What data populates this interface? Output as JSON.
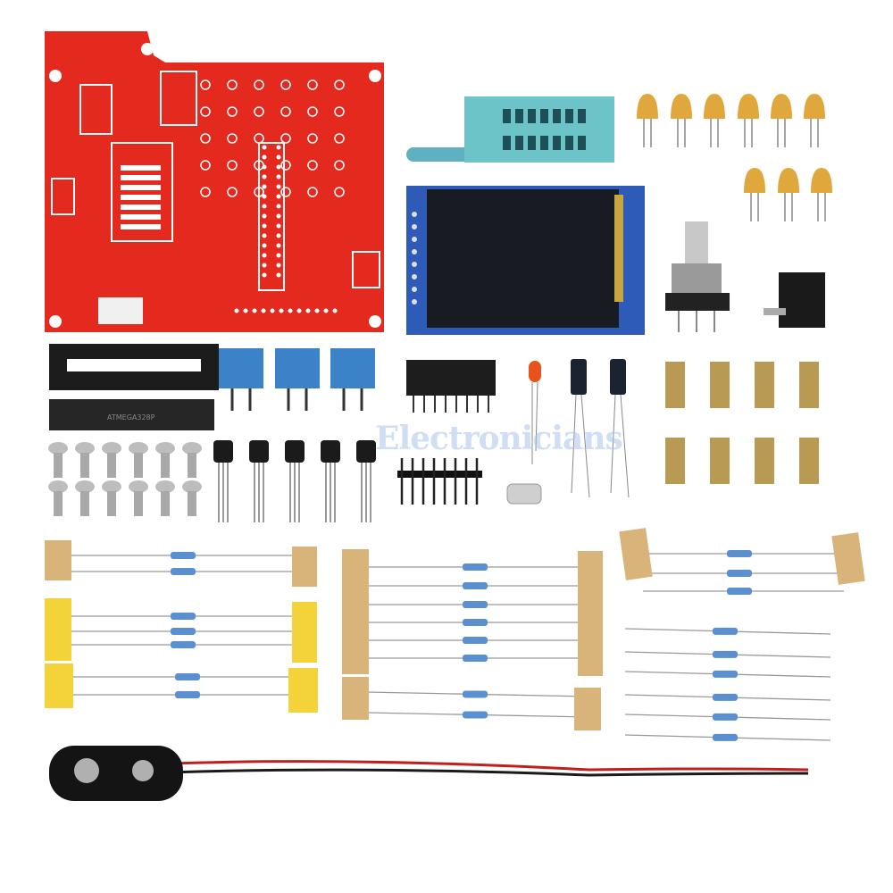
{
  "watermark": "Electronicians",
  "chip_label": "ATMEGA328P",
  "colors": {
    "pcb": "#e42a1f",
    "zif_socket": "#6cc4c9",
    "lcd_board": "#2e5bb8",
    "ceramic_cap": "#e0a83c",
    "trimmer": "#3b82c9",
    "brass": "#b89a52",
    "tape_brown": "#d8b47a",
    "tape_yellow": "#f4d33a",
    "wire_red": "#c0201c"
  },
  "components": [
    "pcb",
    "zif-socket",
    "lcd-module",
    "rotary-encoder",
    "dc-jack",
    "ceramic-capacitors",
    "ic-socket",
    "microcontroller",
    "trimmer-potentiometers",
    "resistor-network",
    "led",
    "electrolytic-capacitors",
    "brass-standoffs",
    "screws",
    "transistors",
    "pin-header",
    "crystal",
    "resistors",
    "battery-clip"
  ]
}
